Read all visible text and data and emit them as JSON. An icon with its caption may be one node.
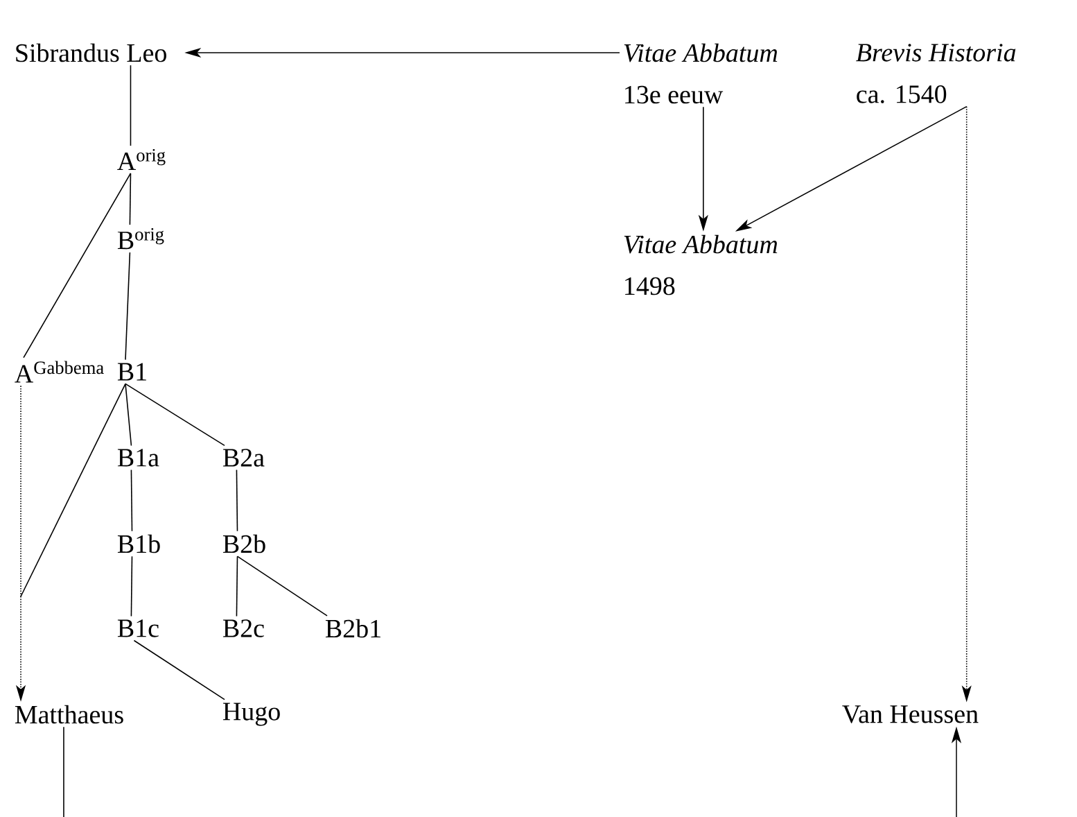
{
  "diagram": {
    "nodes": [
      {
        "text": [
          "Sibrandus Leo"
        ]
      },
      {
        "text": [
          "Vitae Abbatum",
          "13e eeuw"
        ]
      },
      {
        "text": [
          "Brevis Historia",
          "ca. 1540"
        ]
      },
      {
        "text": [
          "Vitae Abbatum",
          "1498"
        ]
      },
      {
        "text": [
          "A$^{orig}$"
        ]
      },
      {
        "text": [
          "B$^{orig}$"
        ]
      },
      {
        "text": [
          "A$^{Gabbema}$"
        ]
      },
      {
        "text": [
          "B1"
        ]
      },
      {
        "text": [
          "B1a"
        ]
      },
      {
        "text": [
          "B2a"
        ]
      },
      {
        "text": [
          "B1b"
        ]
      },
      {
        "text": [
          "B2b"
        ]
      },
      {
        "text": [
          "B1c"
        ]
      },
      {
        "text": [
          "B2c"
        ]
      },
      {
        "text": [
          "B2b1"
        ]
      },
      {
        "text": [
          "Matthaeus"
        ]
      },
      {
        "text": [
          "Hugo"
        ]
      },
      {
        "text": [
          "Van Heussen"
        ]
      }
    ],
    "edges": [
      {
        "from": 1,
        "to": 0,
        "arrow": "to"
      },
      {
        "from": 0,
        "to": 4,
        "arrow": "none"
      },
      {
        "from": 4,
        "to": 5,
        "arrow": "none"
      },
      {
        "from": 4,
        "to": 6,
        "arrow": "none"
      },
      {
        "from": 5,
        "to": 7,
        "arrow": "none"
      },
      {
        "from": 7,
        "to": 8,
        "arrow": "none"
      },
      {
        "from": 7,
        "to": 9,
        "arrow": "none"
      },
      {
        "from": 6,
        "to": 15,
        "arrow": "to",
        "style": "dashed"
      },
      {
        "from": 7,
        "to": 15,
        "arrow": "to"
      },
      {
        "from": 8,
        "to": 10,
        "arrow": "none"
      },
      {
        "from": 10,
        "to": 12,
        "arrow": "none"
      },
      {
        "from": 12,
        "to": 16,
        "arrow": "none"
      },
      {
        "from": 9,
        "to": 11,
        "arrow": "none"
      },
      {
        "from": 11,
        "to": 13,
        "arrow": "none"
      },
      {
        "from": 11,
        "to": 14,
        "arrow": "none"
      },
      {
        "from": 1,
        "to": 3,
        "arrow": "to"
      },
      {
        "from": 2,
        "to": 3,
        "arrow": "to"
      },
      {
        "from": 2,
        "to": 17,
        "arrow": "to",
        "style": "dashed"
      },
      {
        "from": null,
        "to": 17,
        "arrow": "to"
      },
      {
        "from": 15,
        "to": null,
        "arrow": "none"
      }
    ]
  }
}
